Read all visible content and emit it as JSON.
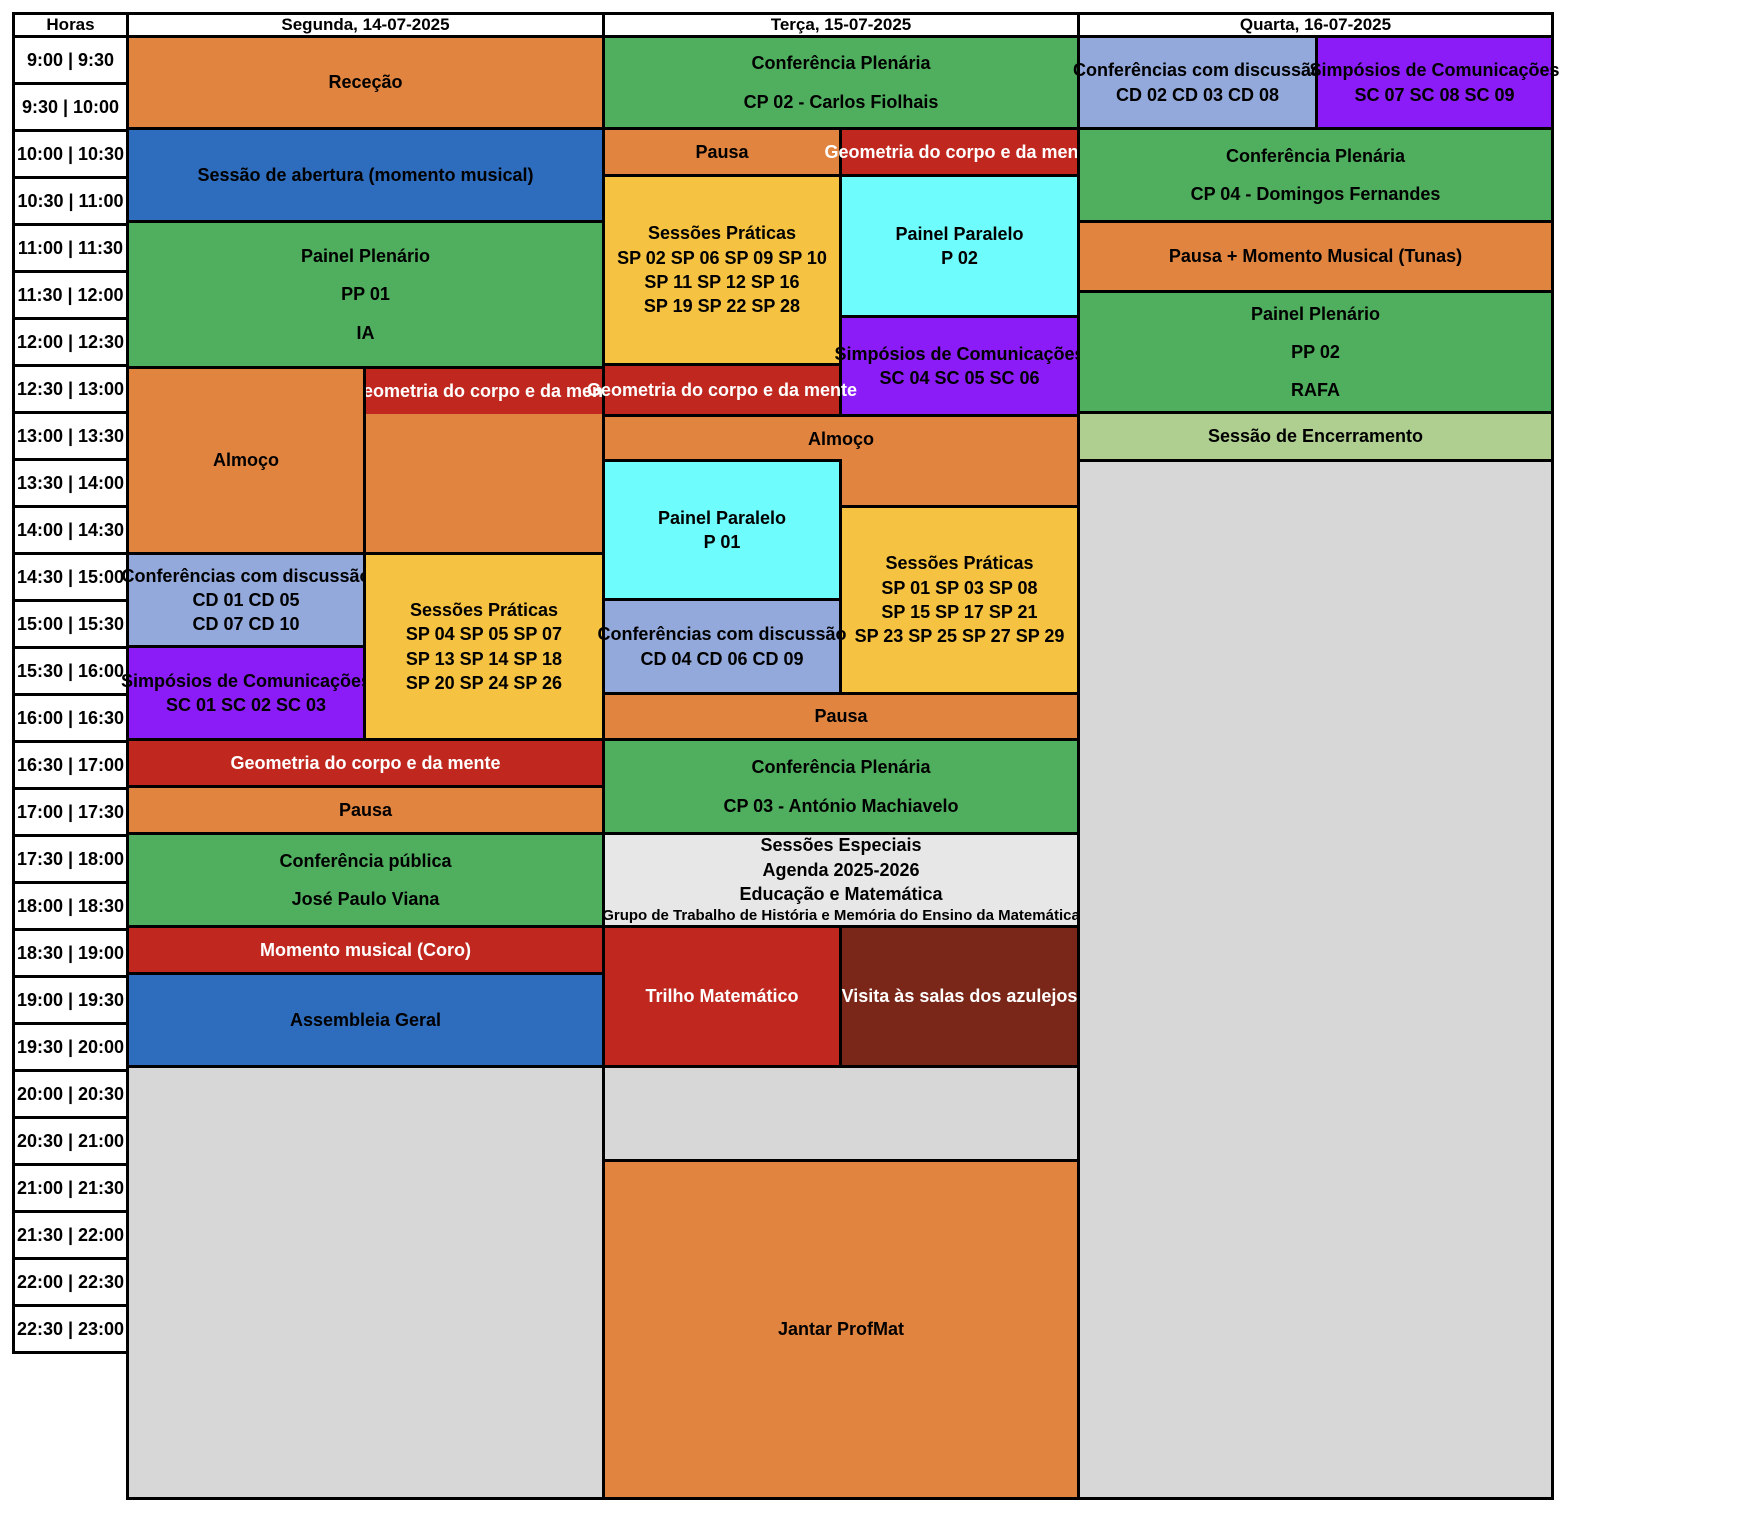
{
  "header": {
    "hours": "Horas",
    "days": [
      "Segunda, 14-07-2025",
      "Terça, 15-07-2025",
      "Quarta, 16-07-2025"
    ]
  },
  "times": [
    "9:00 | 9:30",
    "9:30 | 10:00",
    "10:00 | 10:30",
    "10:30 | 11:00",
    "11:00 | 11:30",
    "11:30 | 12:00",
    "12:00 | 12:30",
    "12:30 | 13:00",
    "13:00 | 13:30",
    "13:30 | 14:00",
    "14:00 | 14:30",
    "14:30 | 15:00",
    "15:00 | 15:30",
    "15:30 | 16:00",
    "16:00 | 16:30",
    "16:30 | 17:00",
    "17:00 | 17:30",
    "17:30 | 18:00",
    "18:00 | 18:30",
    "18:30 | 19:00",
    "19:00 | 19:30",
    "19:30 | 20:00",
    "20:00 | 20:30",
    "20:30 | 21:00",
    "21:00 | 21:30",
    "21:30 | 22:00",
    "22:00 | 22:30",
    "22:30 | 23:00"
  ],
  "colors": {
    "pausa_orange": "#E0843F",
    "plenaria_green": "#4FAF5E",
    "abertura_blue": "#2E6DBE",
    "discussao_lightblue": "#93A9DB",
    "simposios_purple": "#8B1CF8",
    "geometria_red": "#C0281F",
    "praticas_yellow": "#F5C242",
    "paralelo_cyan": "#6FFCFC",
    "empty_gray": "#D7D7D7",
    "encerramento_lightgreen": "#AFCF90",
    "especiais_gray": "#E7E7E7",
    "visita_darkred": "#7A2619"
  },
  "monday": [
    {
      "id": "rececao",
      "lines": [
        "Receção"
      ]
    },
    {
      "id": "abertura",
      "lines": [
        "Sessão de abertura (momento musical)"
      ]
    },
    {
      "id": "painel-plenario",
      "lines": [
        "Painel Plenário",
        "PP 01",
        "IA"
      ]
    },
    {
      "id": "geometria-1",
      "lines": [
        "Geometria do corpo e da mente"
      ]
    },
    {
      "id": "almoco",
      "lines": [
        "Almoço"
      ]
    },
    {
      "id": "conf-discussao",
      "lines": [
        "Conferências com discussão",
        "CD 01      CD 05",
        "CD 07      CD 10"
      ]
    },
    {
      "id": "simposios",
      "lines": [
        "Simpósios de Comunicações",
        "SC 01   SC 02   SC  03"
      ]
    },
    {
      "id": "sessoes-praticas",
      "lines": [
        "Sessões Práticas",
        "SP 04   SP 05   SP 07",
        "SP 13   SP 14   SP 18",
        "SP 20   SP 24   SP 26"
      ]
    },
    {
      "id": "geometria-2",
      "lines": [
        "Geometria do corpo e da mente"
      ]
    },
    {
      "id": "pausa",
      "lines": [
        "Pausa"
      ]
    },
    {
      "id": "conf-publica",
      "lines": [
        "Conferência pública",
        "José Paulo Viana"
      ]
    },
    {
      "id": "momento-musical",
      "lines": [
        "Momento musical (Coro)"
      ]
    },
    {
      "id": "assembleia",
      "lines": [
        "Assembleia Geral"
      ]
    }
  ],
  "tuesday": [
    {
      "id": "conf-plenaria-1",
      "lines": [
        "Conferência Plenária",
        "CP 02 - Carlos Fiolhais"
      ]
    },
    {
      "id": "pausa-1",
      "lines": [
        "Pausa"
      ]
    },
    {
      "id": "geometria-1",
      "lines": [
        "Geometria do corpo e da mente"
      ]
    },
    {
      "id": "sessoes-praticas-1",
      "lines": [
        "Sessões Práticas",
        "SP 02   SP 06   SP 09   SP 10",
        "SP 11   SP 12   SP 16",
        "SP 19   SP 22   SP 28"
      ]
    },
    {
      "id": "painel-paralelo-1",
      "lines": [
        "Painel Paralelo",
        "P 02"
      ]
    },
    {
      "id": "simposios",
      "lines": [
        "Simpósios de Comunicações",
        "SC 04    SC 05    SC  06"
      ]
    },
    {
      "id": "geometria-2",
      "lines": [
        "Geometria do corpo e da mente"
      ]
    },
    {
      "id": "almoco",
      "lines": [
        "Almoço"
      ]
    },
    {
      "id": "painel-paralelo-2",
      "lines": [
        "Painel Paralelo",
        "P 01"
      ]
    },
    {
      "id": "sessoes-praticas-2",
      "lines": [
        "Sessões Práticas",
        "SP 01   SP 03   SP 08",
        "SP 15   SP 17   SP 21",
        "SP 23   SP 25   SP 27   SP 29"
      ]
    },
    {
      "id": "conf-discussao",
      "lines": [
        "Conferências com discussão",
        "CD 04    CD 06    CD 09"
      ]
    },
    {
      "id": "pausa-2",
      "lines": [
        "Pausa"
      ]
    },
    {
      "id": "conf-plenaria-2",
      "lines": [
        "Conferência Plenária",
        "CP 03 - António Machiavelo"
      ]
    },
    {
      "id": "sessoes-especiais",
      "lines": [
        "Sessões Especiais",
        "Agenda 2025-2026",
        "Educação e Matemática",
        "Grupo de Trabalho de História e Memória do Ensino da Matemática"
      ]
    },
    {
      "id": "trilho",
      "lines": [
        "Trilho Matemático"
      ]
    },
    {
      "id": "visita",
      "lines": [
        "Visita às salas dos azulejos"
      ]
    },
    {
      "id": "jantar",
      "lines": [
        "Jantar ProfMat"
      ]
    }
  ],
  "wednesday": [
    {
      "id": "conf-discussao",
      "lines": [
        "Conferências com discussão",
        "CD 02       CD 03       CD 08"
      ]
    },
    {
      "id": "simposios",
      "lines": [
        "Simpósios de Comunicações",
        "SC 07    SC 08    SC  09"
      ]
    },
    {
      "id": "conf-plenaria",
      "lines": [
        "Conferência Plenária",
        "CP 04 - Domingos Fernandes"
      ]
    },
    {
      "id": "pausa",
      "lines": [
        "Pausa + Momento Musical (Tunas)"
      ]
    },
    {
      "id": "painel-plenario",
      "lines": [
        "Painel Plenário",
        "PP 02",
        "RAFA"
      ]
    },
    {
      "id": "encerramento",
      "lines": [
        "Sessão de Encerramento"
      ]
    }
  ]
}
